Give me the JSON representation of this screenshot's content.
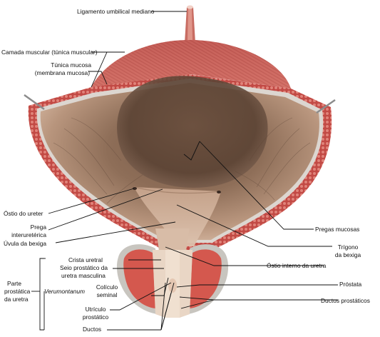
{
  "labels": {
    "ligamento": "Ligamento umbilical mediano",
    "camada_muscular": "Camada muscular (túnica muscular)",
    "tunica_mucosa_1": "Túnica mucosa",
    "tunica_mucosa_2": "(membrana mucosa)",
    "ostio_ureter": "Óstio do ureter",
    "prega_1": "Prega",
    "prega_2": "interuretérica",
    "uvula": "Úvula da bexiga",
    "pregas_mucosas": "Pregas mucosas",
    "trigono_1": "Trígono",
    "trigono_2": "da bexiga",
    "crista_uretral": "Crista uretral",
    "seio_1": "Seio prostático da",
    "seio_2": "uretra masculina",
    "ostio_interno": "Óstio interno da uretra",
    "parte_1": "Parte",
    "parte_2": "prostática",
    "parte_3": "da uretra",
    "verumontanum": "Verumontanum",
    "coliculo_1": "Colículo",
    "coliculo_2": "seminal",
    "prostata": "Próstata",
    "utriculo_1": "Utrículo",
    "utriculo_2": "prostático",
    "ductos_prostaticos": "Ductos prostáticos",
    "ductos": "Ductos"
  },
  "colors": {
    "muscle": "#c9605a",
    "muscle_dark": "#8f2f2c",
    "mucosa_edge": "#d9d4cf",
    "interior_light": "#c8a58e",
    "interior_dark": "#5f4637",
    "prostate_red": "#d2584e",
    "prostate_gray": "#c9c6c0",
    "leader": "#111111"
  }
}
